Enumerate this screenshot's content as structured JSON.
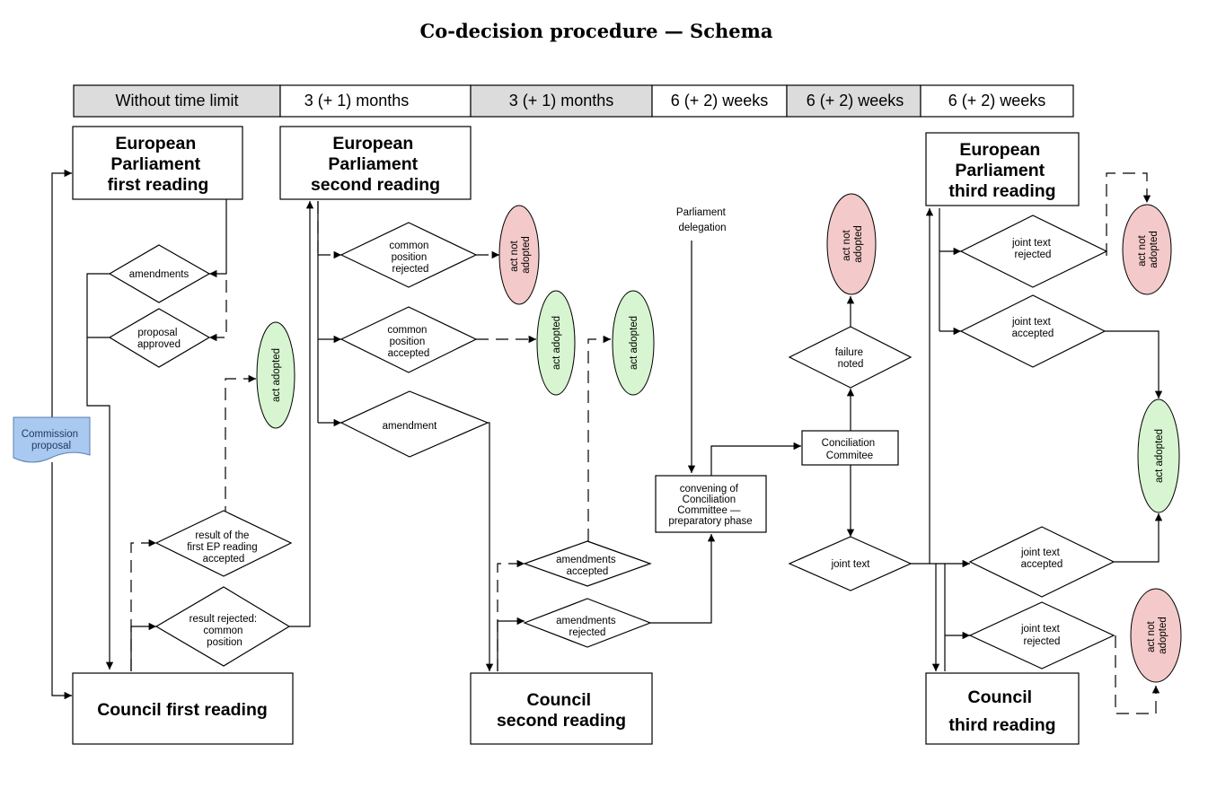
{
  "title": "Co-decision procedure — Schema",
  "timeline": [
    "Without time limit",
    "3 (+ 1) months",
    "3 (+ 1) months",
    "6 (+ 2) weeks",
    "6 (+ 2) weeks",
    "6 (+ 2) weeks"
  ],
  "boxes": {
    "ep1": [
      "European",
      "Parliament",
      "first reading"
    ],
    "ep2": [
      "European",
      "Parliament",
      "second reading"
    ],
    "ep3": [
      "European",
      "Parliament",
      "third reading"
    ],
    "council1": [
      "Council first reading"
    ],
    "council2": [
      "Council",
      "second reading"
    ],
    "council3": [
      "Council",
      "third reading"
    ],
    "convening": [
      "convening of",
      "Conciliation",
      "Committee —",
      "preparatory phase"
    ],
    "conciliation": [
      "Conciliation",
      "Commitee"
    ]
  },
  "commission": [
    "Commission",
    "proposal"
  ],
  "parliament_delegation": [
    "Parliament",
    "delegation"
  ],
  "decisions": {
    "amendments": [
      "amendments"
    ],
    "proposal_approved": [
      "proposal",
      "approved"
    ],
    "result_accepted": [
      "result of the",
      "first EP reading",
      "accepted"
    ],
    "result_rejected": [
      "result rejected:",
      "common",
      "position"
    ],
    "cp_rejected": [
      "common",
      "position",
      "rejected"
    ],
    "cp_accepted": [
      "common",
      "position",
      "accepted"
    ],
    "amendment": [
      "amendment"
    ],
    "amendments_accepted": [
      "amendments",
      "accepted"
    ],
    "amendments_rejected": [
      "amendments",
      "rejected"
    ],
    "failure_noted": [
      "failure",
      "noted"
    ],
    "joint_text": [
      "joint text"
    ],
    "jt_rejected_ep": [
      "joint text",
      "rejected"
    ],
    "jt_accepted_ep": [
      "joint text",
      "accepted"
    ],
    "jt_accepted_c": [
      "joint text",
      "accepted"
    ],
    "jt_rejected_c": [
      "joint text",
      "rejected"
    ]
  },
  "outcomes": {
    "act_adopted": [
      "act adopted"
    ],
    "act_not_adopted": [
      "act not",
      "adopted"
    ]
  },
  "colors": {
    "adopted_fill": "#d6f5d0",
    "not_adopted_fill": "#f4c9c9",
    "commission_fill": "#aac9f0",
    "header_grey": "#dcdcdc"
  }
}
